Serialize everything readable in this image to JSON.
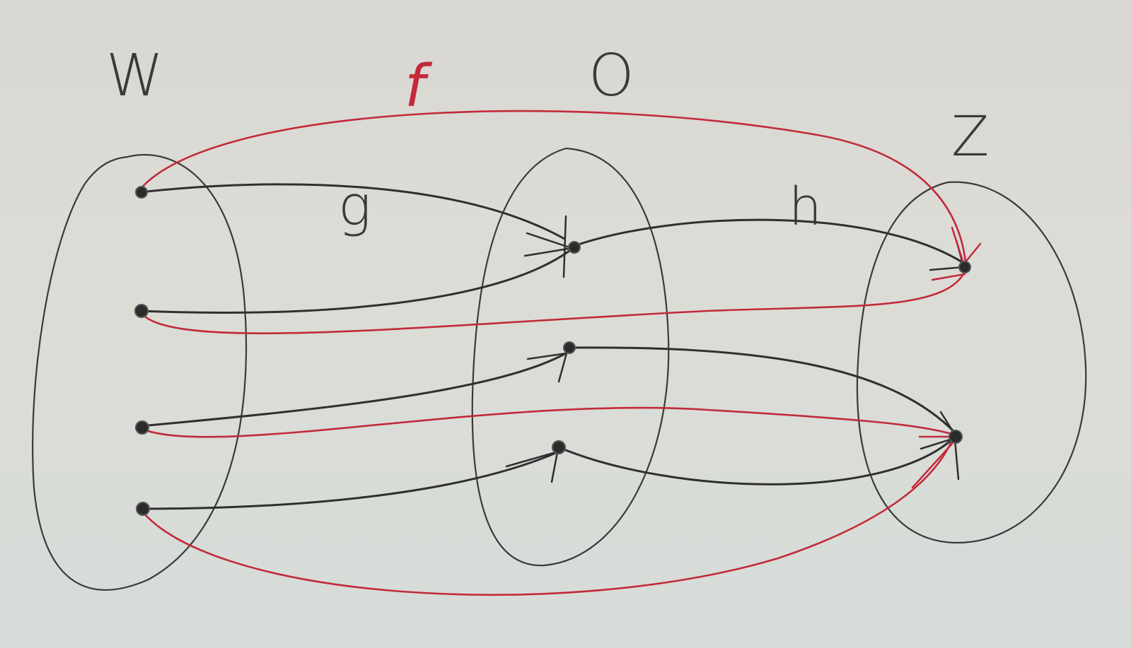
{
  "sets": [
    {
      "label": "W"
    },
    {
      "label": "O"
    },
    {
      "label": "Z"
    }
  ],
  "maps": [
    {
      "label": "f",
      "from": "W",
      "to": "Z",
      "color": "#c22a3a"
    },
    {
      "label": "g",
      "from": "W",
      "to": "O",
      "color": "#2f2f2f"
    },
    {
      "label": "h",
      "from": "O",
      "to": "Z",
      "color": "#2f2f2f"
    }
  ],
  "elements": {
    "W": 4,
    "O": 3,
    "Z": 2
  },
  "colors": {
    "black_ink": "#2f2f2f",
    "red_ink": "#c22a3a",
    "paper": "#dad9d4"
  }
}
